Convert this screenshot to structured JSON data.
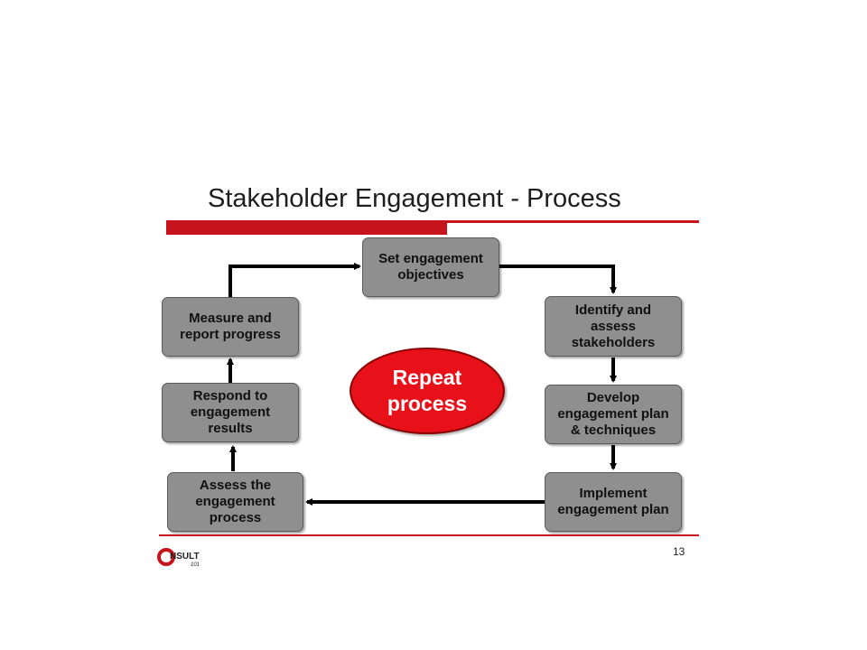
{
  "slide": {
    "title": "Stakeholder Engagement - Process",
    "page_number": "13"
  },
  "colors": {
    "accent_red": "#c8141c",
    "box_fill": "#8f8f8f",
    "ellipse_fill": "#e8111a",
    "arrow": "#000000"
  },
  "diagram": {
    "center": "Repeat\nprocess",
    "steps": [
      {
        "id": "set-objectives",
        "label": "Set engagement\nobjectives"
      },
      {
        "id": "identify-stakeholders",
        "label": "Identify and\nassess\nstakeholders"
      },
      {
        "id": "develop-plan",
        "label": "Develop\nengagement plan\n& techniques"
      },
      {
        "id": "implement-plan",
        "label": "Implement\nengagement plan"
      },
      {
        "id": "assess-process",
        "label": "Assess the\nengagement\nprocess"
      },
      {
        "id": "respond-results",
        "label": "Respond to\nengagement\nresults"
      },
      {
        "id": "measure-progress",
        "label": "Measure and\nreport progress"
      }
    ]
  },
  "logo": {
    "text": "NSULT",
    "subtext": "101"
  }
}
